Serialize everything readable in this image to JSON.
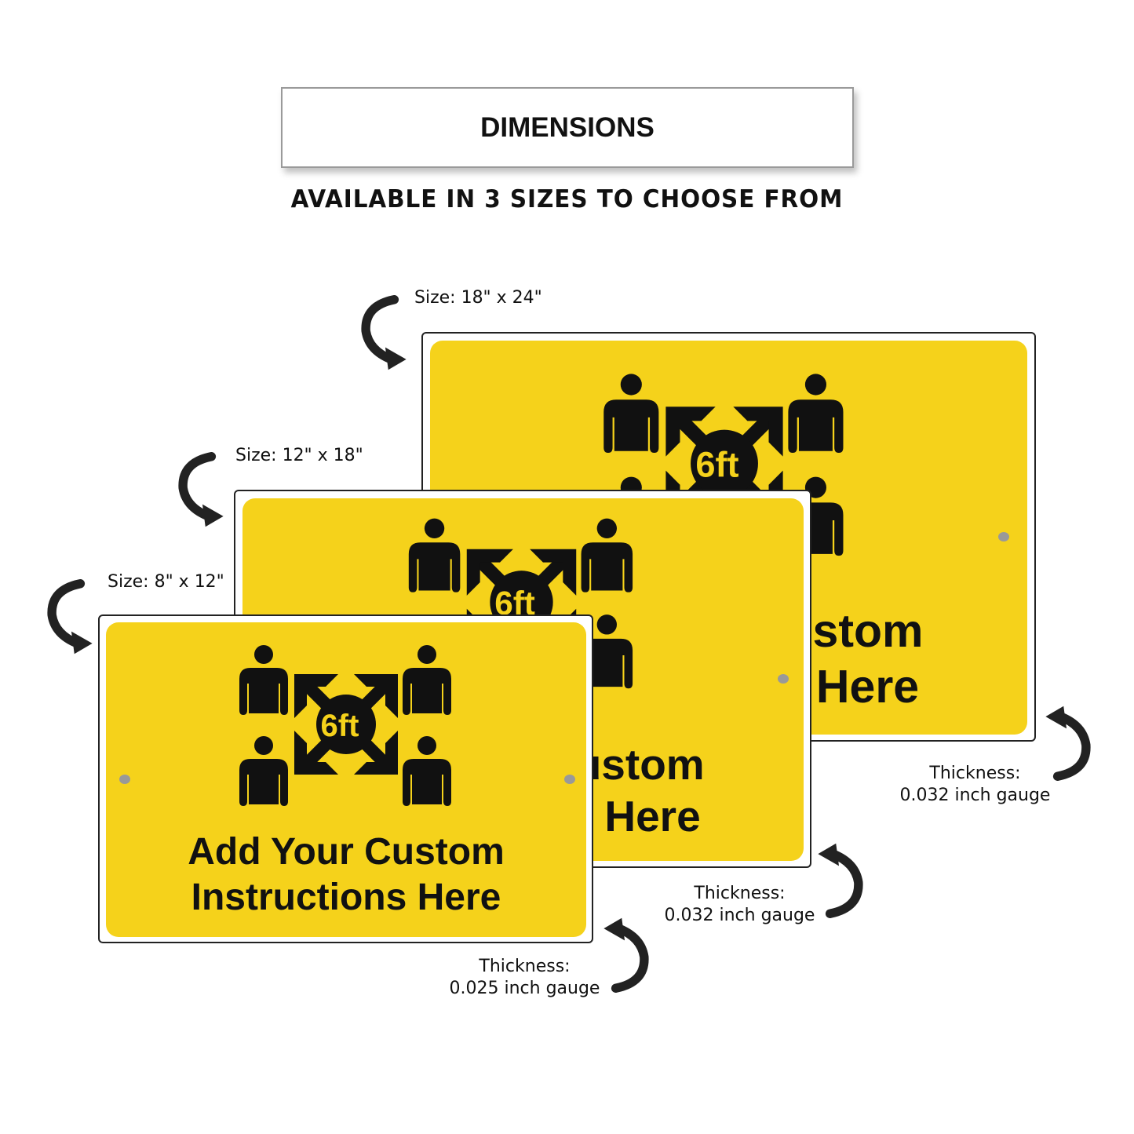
{
  "header": {
    "title": "DIMENSIONS",
    "subtitle": "AVAILABLE IN 3 SIZES TO CHOOSE FROM"
  },
  "sign": {
    "icon_label": "6ft",
    "line1": "Add Your Custom",
    "line2": "Instructions Here"
  },
  "sizes": [
    {
      "size": "Size: 18\" x 24\"",
      "thickness_label": "Thickness:",
      "thickness": "0.032 inch gauge"
    },
    {
      "size": "Size: 12\" x 18\"",
      "thickness_label": "Thickness:",
      "thickness": "0.032 inch gauge"
    },
    {
      "size": "Size: 8\" x 12\"",
      "thickness_label": "Thickness:",
      "thickness": "0.025 inch gauge"
    }
  ],
  "colors": {
    "sign_yellow": "#f5d21b",
    "ink": "#111111"
  }
}
